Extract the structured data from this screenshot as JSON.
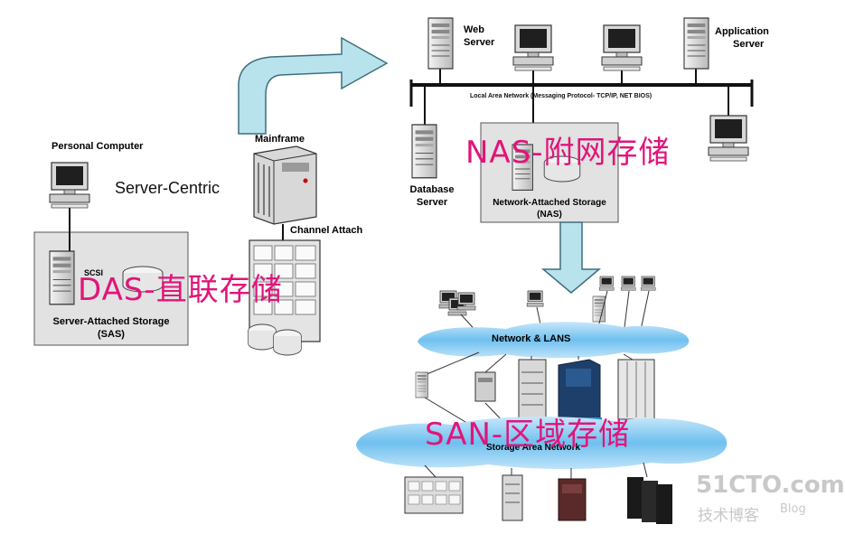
{
  "das": {
    "personal_computer": "Personal Computer",
    "scsi": "SCSI",
    "storage_l1": "Server-Attached Storage",
    "storage_l2": "(SAS)",
    "overlay": "DAS-直联存储"
  },
  "server_centric": "Server-Centric",
  "mainframe": {
    "title": "Mainframe",
    "channel": "Channel Attach"
  },
  "nas": {
    "web_l1": "Web",
    "web_l2": "Server",
    "app_l1": "Application",
    "app_l2": "Server",
    "lan": "Local Area Network  (Messaging Protocol- TCP/IP, NET BIOS)",
    "db_l1": "Database",
    "db_l2": "Server",
    "storage_l1": "Network-Attached Storage",
    "storage_l2": "(NAS)",
    "overlay": "NAS-附网存储"
  },
  "san": {
    "network": "Network & LANS",
    "storage": "Storage Area Network",
    "overlay": "SAN-区域存储"
  },
  "watermark": {
    "line1": "51CTO.com",
    "line2": "技术博客",
    "line3": "Blog"
  },
  "colors": {
    "arrow": "#b8e2ec",
    "overlay_text": "#e0157a",
    "panel": "#e2e2e2",
    "cloud": "#7ec6f0"
  }
}
